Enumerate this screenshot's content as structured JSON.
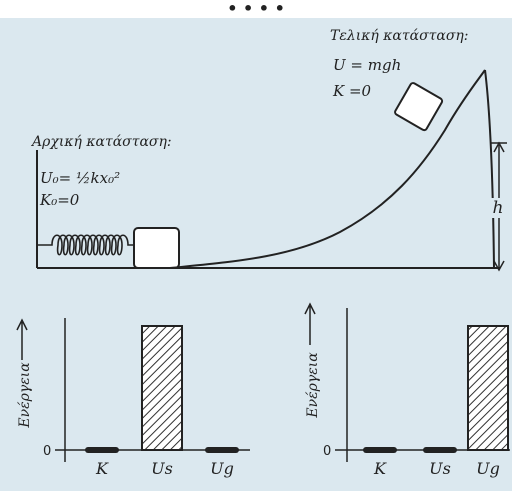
{
  "colors": {
    "background": "#dbe8ef",
    "ink": "#222222",
    "hatch": "#333333"
  },
  "title_partial": "• • • •",
  "initial_state": {
    "title": "Αρχική κατάσταση:",
    "energy_eq": "U₀= ½kx₀²",
    "kinetic_eq": "K₀=0"
  },
  "final_state": {
    "title": "Τελική κατάσταση:",
    "energy_eq": "U = mgh",
    "kinetic_eq": "K =0"
  },
  "height_label": "h",
  "charts": {
    "left": {
      "ylabel": "Ενέργεια",
      "origin_label": "0",
      "categories": [
        "K",
        "Us",
        "Ug"
      ],
      "values": [
        0,
        1,
        0
      ]
    },
    "right": {
      "ylabel": "Ενέργεια",
      "origin_label": "0",
      "categories": [
        "K",
        "Us",
        "Ug"
      ],
      "values": [
        0,
        0,
        1
      ]
    }
  }
}
